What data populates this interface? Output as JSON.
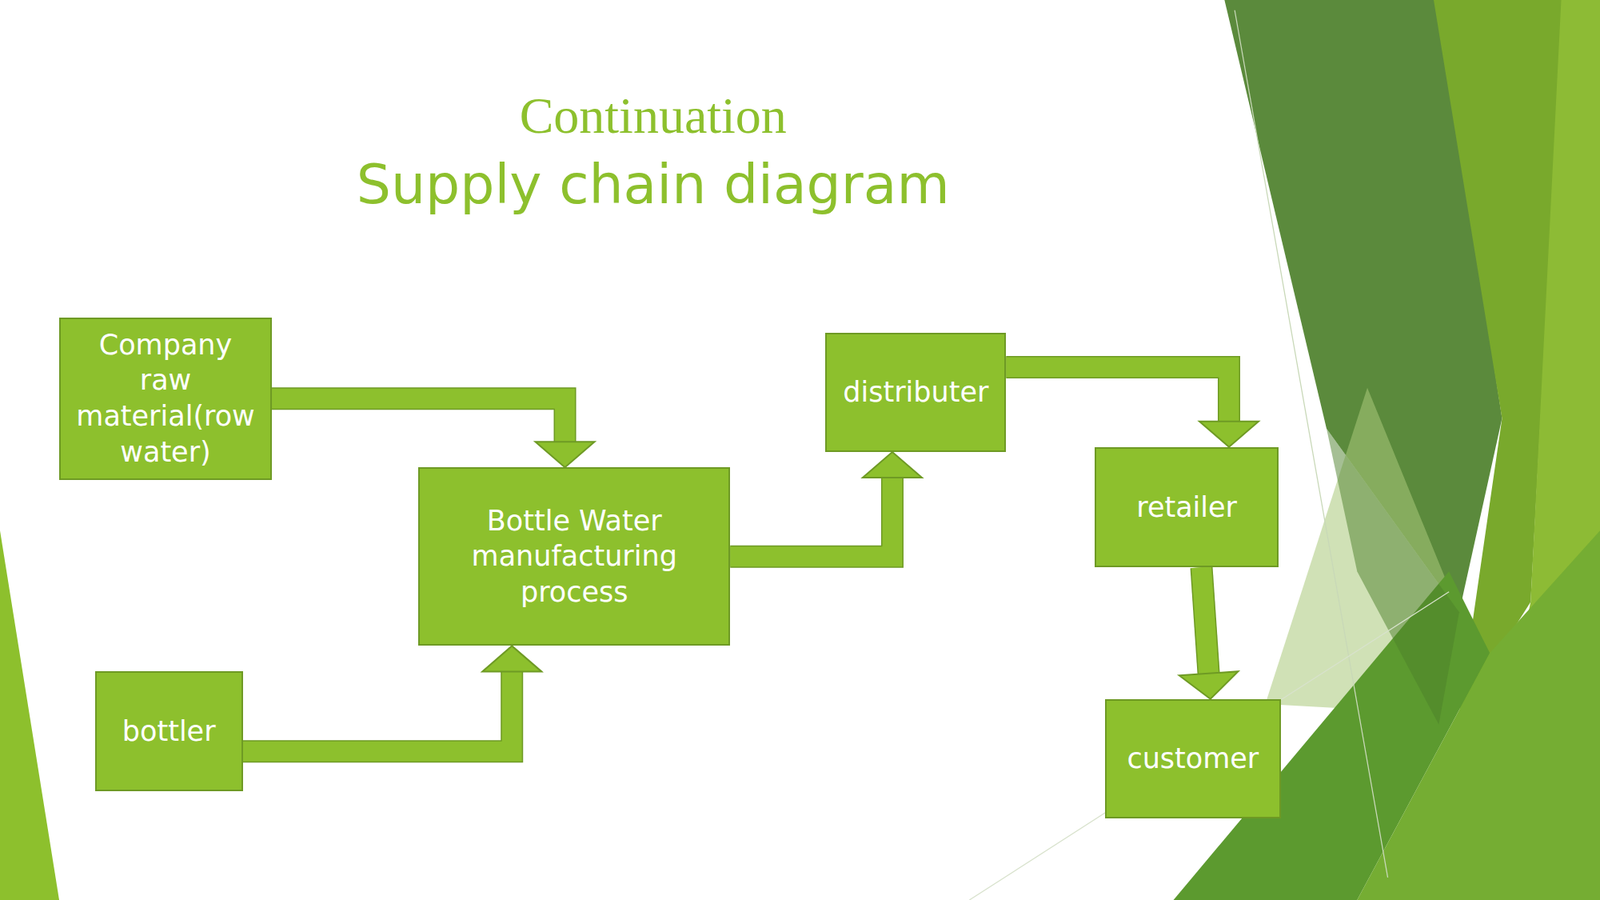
{
  "diagram": {
    "title": "Supply chain diagram",
    "nodes": [
      {
        "text": [
          "Company raw material(row water)"
        ]
      },
      {
        "text": [
          "bottler"
        ]
      },
      {
        "text": [
          "Bottle Water manufacturing process"
        ]
      },
      {
        "text": [
          "distributer"
        ]
      },
      {
        "text": [
          "retailer"
        ]
      },
      {
        "text": [
          "customer"
        ]
      }
    ],
    "edges": [
      {
        "from": 0,
        "to": 2,
        "arrow": "to"
      },
      {
        "from": 1,
        "to": 2,
        "arrow": "to"
      },
      {
        "from": 2,
        "to": 3,
        "arrow": "to"
      },
      {
        "from": 3,
        "to": 4,
        "arrow": "to"
      },
      {
        "from": 4,
        "to": 5,
        "arrow": "to"
      }
    ],
    "labels": [
      "Continuation"
    ]
  }
}
